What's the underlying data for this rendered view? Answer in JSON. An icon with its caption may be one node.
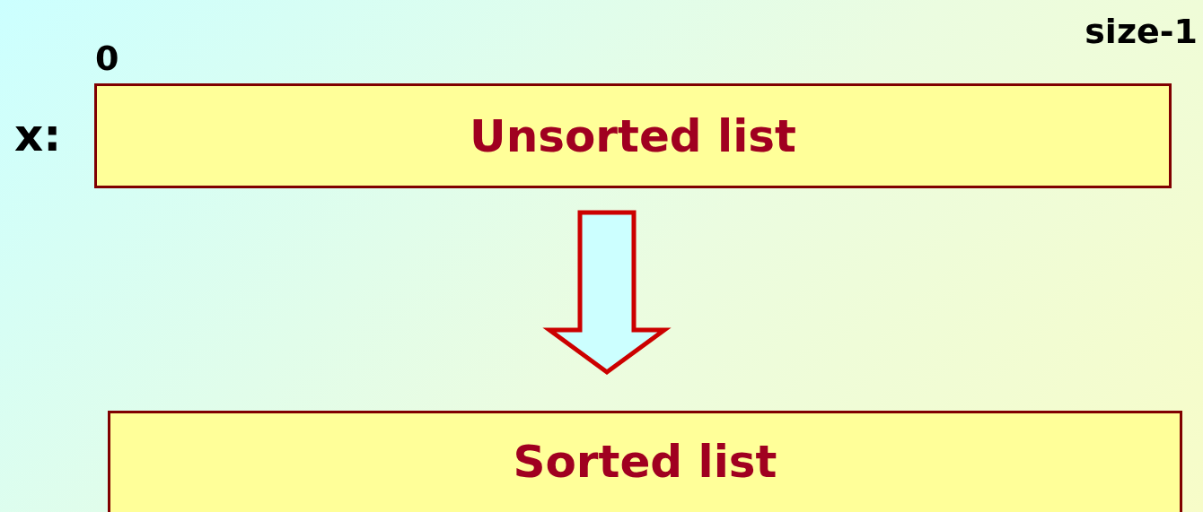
{
  "diagram": {
    "nodes": [
      {
        "text": [
          "Unsorted list"
        ],
        "beside": [
          "x:"
        ]
      },
      {
        "text": [
          "Sorted list"
        ]
      }
    ],
    "edges": [
      {
        "from": 0,
        "to": 1,
        "arrow": "to"
      }
    ],
    "labels": [
      "0",
      "size-1"
    ]
  }
}
